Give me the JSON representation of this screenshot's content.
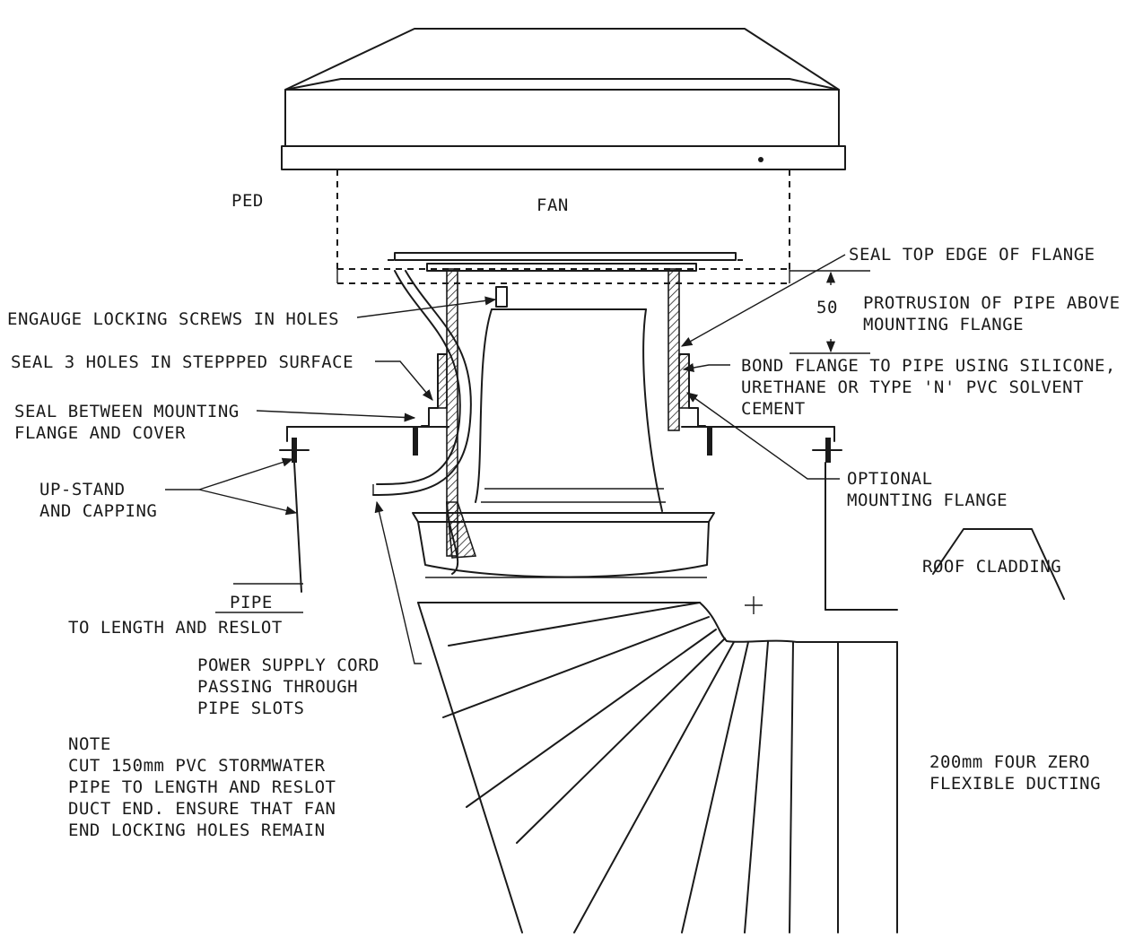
{
  "labels": {
    "ped": "PED",
    "fan": "FAN",
    "seal_top_edge": "SEAL TOP EDGE OF FLANGE",
    "dim_50": "50",
    "protrusion_1": "PROTRUSION OF PIPE ABOVE",
    "protrusion_2": "MOUNTING FLANGE",
    "engauge": "ENGAUGE LOCKING SCREWS IN HOLES",
    "seal_3_holes": "SEAL 3 HOLES IN STEPPPED SURFACE",
    "bond_1": "BOND FLANGE TO PIPE USING SILICONE,",
    "bond_2": "URETHANE OR TYPE 'N' PVC SOLVENT",
    "bond_3": "CEMENT",
    "seal_between_1": "SEAL BETWEEN MOUNTING",
    "seal_between_2": "FLANGE AND COVER",
    "optional_1": "OPTIONAL",
    "optional_2": "MOUNTING FLANGE",
    "upstand_1": "UP-STAND",
    "upstand_2": "AND CAPPING",
    "roof_cladding": "ROOF CLADDING",
    "pipe": "PIPE",
    "to_length": "TO LENGTH AND RESLOT",
    "power_1": "POWER SUPPLY CORD",
    "power_2": "PASSING THROUGH",
    "power_3": "PIPE SLOTS",
    "ducting_1": "200mm FOUR ZERO",
    "ducting_2": "FLEXIBLE DUCTING"
  },
  "note": {
    "heading": "NOTE",
    "line_1": "CUT 150mm PVC STORMWATER",
    "line_2": "PIPE TO LENGTH AND RESLOT",
    "line_3": "DUCT END. ENSURE THAT FAN",
    "line_4": "END LOCKING HOLES REMAIN"
  }
}
